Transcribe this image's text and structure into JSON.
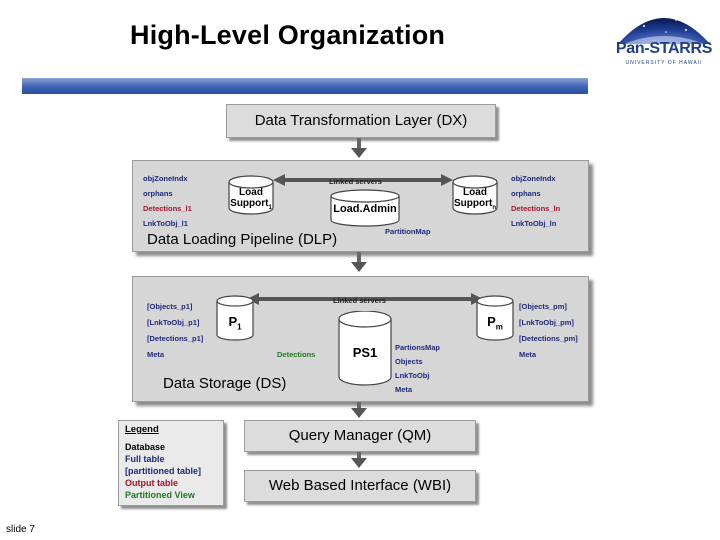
{
  "slide": {
    "title": "High-Level Organization",
    "number_label": "slide 7"
  },
  "logo": {
    "text": "Pan-STARRS",
    "subtitle": "UNIVERSITY OF HAWAII"
  },
  "diagram": {
    "dx_label": "Data Transformation Layer (DX)",
    "dlp": {
      "label": "Data Loading Pipeline (DLP)",
      "left_items": [
        "objZoneIndx",
        "orphans",
        "Detections_l1",
        "LnkToObj_l1"
      ],
      "right_items": [
        "objZoneIndx",
        "orphans",
        "Detections_ln",
        "LnkToObj_ln"
      ],
      "linked_servers": "Linked servers",
      "load_support_1": "Load Support",
      "load_support_1_sub": "1",
      "load_support_n": "Load Support",
      "load_support_n_sub": "n",
      "load_admin": "Load.Admin",
      "partition_map": "PartitionMap"
    },
    "ds": {
      "label": "Data Storage (DS)",
      "left_items": [
        "[Objects_p1]",
        "[LnkToObj_p1]",
        "[Detections_p1]",
        "Meta"
      ],
      "right_items": [
        "[Objects_pm]",
        "[LnkToObj_pm]",
        "[Detections_pm]",
        "Meta"
      ],
      "linked_servers": "Linked servers",
      "p1": "P",
      "p1_sub": "1",
      "pm": "P",
      "pm_sub": "m",
      "ps1": "PS1",
      "detections": "Detections",
      "ps1_items": [
        "PartionsMap",
        "Objects",
        "LnkToObj",
        "Meta"
      ]
    },
    "qm_label": "Query Manager (QM)",
    "wbi_label": "Web Based Interface (WBI)",
    "legend": {
      "title": "Legend",
      "items": [
        {
          "text": "Database",
          "color": "#000000"
        },
        {
          "text": "Full table",
          "color": "#1c2a7a"
        },
        {
          "text": "[partitioned table]",
          "color": "#1c2a7a"
        },
        {
          "text": "Output table",
          "color": "#a0162a"
        },
        {
          "text": "Partitioned View",
          "color": "#1f7a1f"
        }
      ]
    }
  }
}
